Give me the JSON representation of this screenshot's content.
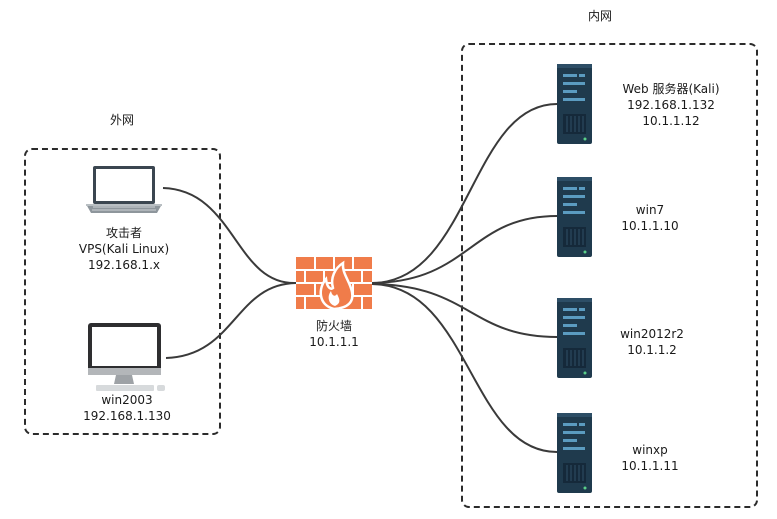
{
  "zones": {
    "external": {
      "title": "外网"
    },
    "internal": {
      "title": "内网"
    }
  },
  "nodes": {
    "attacker": {
      "lines": [
        "攻击者",
        "VPS(Kali Linux)",
        "192.168.1.x"
      ],
      "icon": "laptop-icon"
    },
    "win2003": {
      "lines": [
        "win2003",
        "192.168.1.130"
      ],
      "icon": "desktop-icon"
    },
    "firewall": {
      "lines": [
        "防火墙",
        "10.1.1.1"
      ],
      "icon": "firewall-icon"
    },
    "web_server": {
      "lines": [
        "Web 服务器(Kali)",
        "192.168.1.132",
        "10.1.1.12"
      ],
      "icon": "server-icon"
    },
    "win7": {
      "lines": [
        "win7",
        "10.1.1.10"
      ],
      "icon": "server-icon"
    },
    "win2012r2": {
      "lines": [
        "win2012r2",
        "10.1.1.2"
      ],
      "icon": "server-icon"
    },
    "winxp": {
      "lines": [
        "winxp",
        "10.1.1.11"
      ],
      "icon": "server-icon"
    }
  },
  "colors": {
    "link": "#3a3a3a",
    "firewall": "#f07c4a",
    "server_body": "#1f3a4d",
    "server_panel": "#5b9bc0"
  }
}
